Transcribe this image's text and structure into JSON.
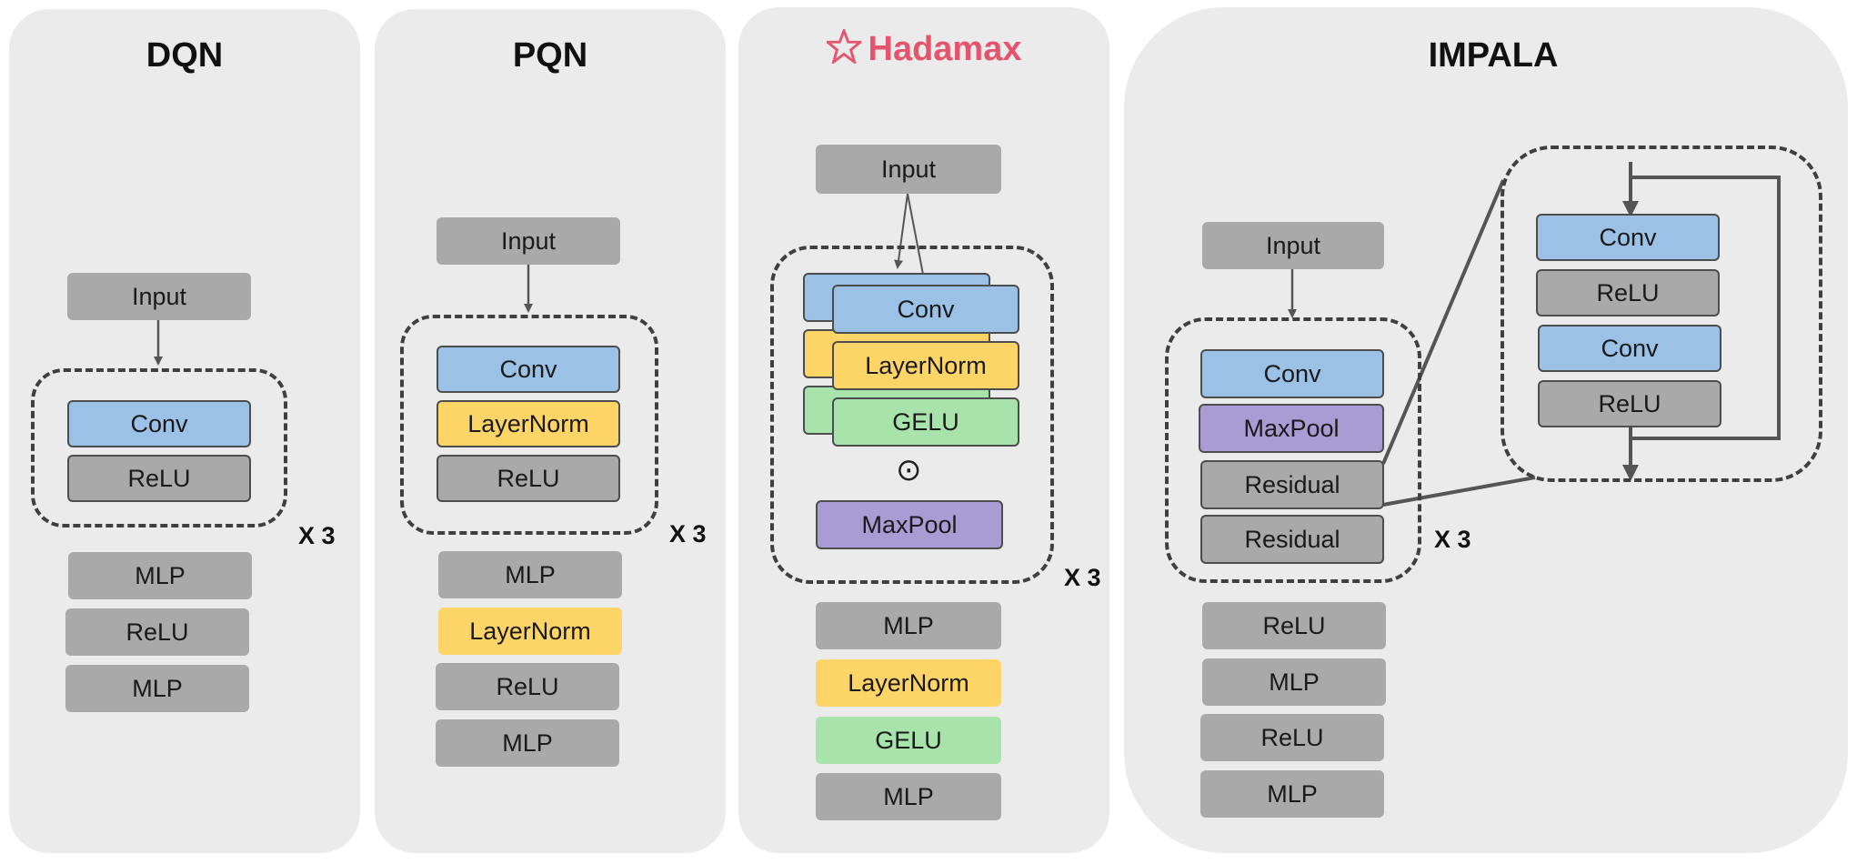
{
  "panels": {
    "dqn": {
      "title": "DQN",
      "input": "Input",
      "block": [
        "Conv",
        "ReLU"
      ],
      "repeat": "X 3",
      "head": [
        "MLP",
        "ReLU",
        "MLP"
      ]
    },
    "pqn": {
      "title": "PQN",
      "input": "Input",
      "block": [
        "Conv",
        "LayerNorm",
        "ReLU"
      ],
      "repeat": "X 3",
      "head": [
        "MLP",
        "LayerNorm",
        "ReLU",
        "MLP"
      ]
    },
    "hadamax": {
      "title": "Hadamax",
      "title_icon": "star-outline-icon",
      "title_color": "#e5546c",
      "input": "Input",
      "block": [
        "Conv",
        "LayerNorm",
        "GELU"
      ],
      "product_symbol": "⊙",
      "pool": "MaxPool",
      "repeat": "X 3",
      "head": [
        "MLP",
        "LayerNorm",
        "GELU",
        "MLP"
      ]
    },
    "impala": {
      "title": "IMPALA",
      "input": "Input",
      "block": [
        "Conv",
        "MaxPool",
        "Residual",
        "Residual"
      ],
      "repeat": "X 3",
      "head": [
        "ReLU",
        "MLP",
        "ReLU",
        "MLP"
      ],
      "residual_detail": [
        "Conv",
        "ReLU",
        "Conv",
        "ReLU"
      ]
    }
  },
  "colors": {
    "panel_bg": "#ebebeb",
    "gray": "#a9a9a9",
    "conv_blue": "#9bc2e6",
    "layernorm_yellow": "#fdd466",
    "gelu_green": "#a9e3ac",
    "maxpool_purple": "#a99bd3"
  }
}
